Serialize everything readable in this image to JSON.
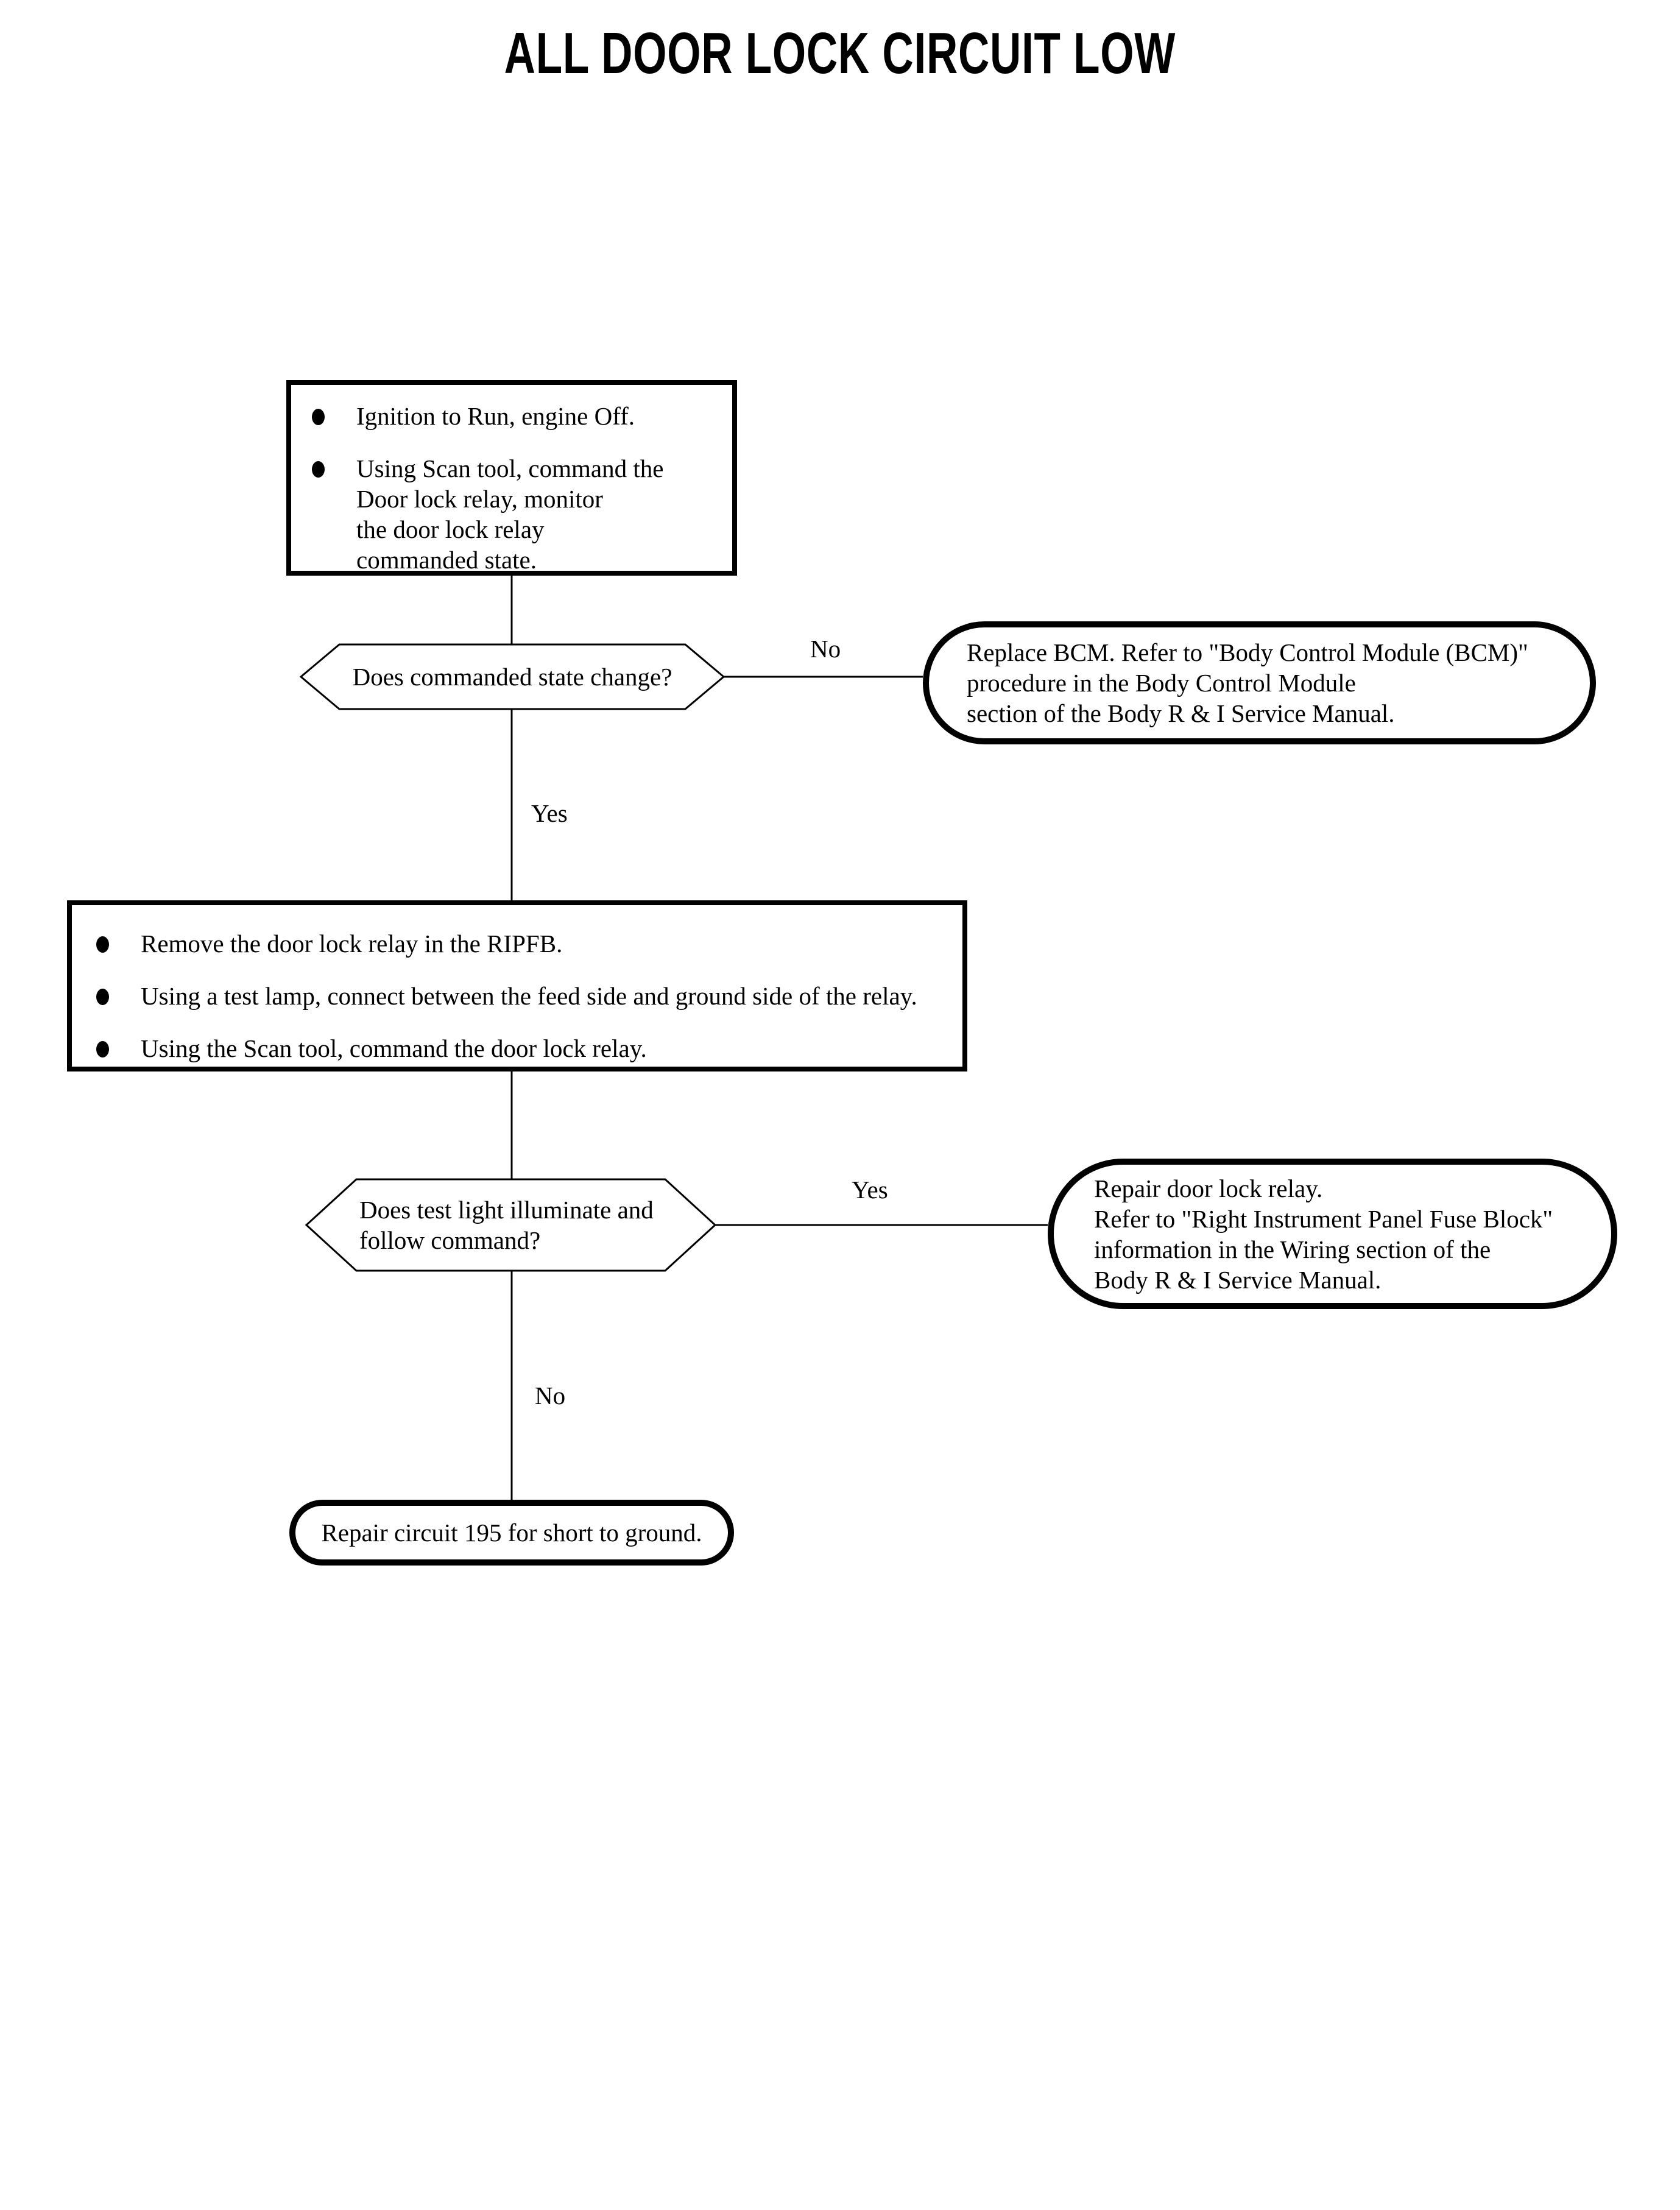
{
  "title": "ALL DOOR LOCK CIRCUIT LOW",
  "flow": {
    "step1": {
      "bullets": [
        "Ignition to Run, engine Off.",
        "Using Scan tool, command the\nDoor lock relay, monitor\nthe door lock relay\ncommanded state."
      ]
    },
    "decision1": {
      "question": "Does commanded state change?",
      "no_label": "No",
      "yes_label": "Yes"
    },
    "terminal_replace_bcm": {
      "text": "Replace BCM. Refer to \"Body Control Module (BCM)\"\nprocedure in the Body Control Module\nsection of the Body R & I Service Manual."
    },
    "step2": {
      "bullets": [
        "Remove the door lock relay in the RIPFB.",
        "Using a test lamp, connect between the feed side and ground side of the relay.",
        "Using the Scan tool, command the door lock relay."
      ]
    },
    "decision2": {
      "question": "Does test light illuminate and\nfollow command?",
      "yes_label": "Yes",
      "no_label": "No"
    },
    "terminal_repair_relay": {
      "text": "Repair door lock relay.\nRefer to \"Right Instrument Panel Fuse Block\"\ninformation in the Wiring section of the\nBody R & I Service Manual."
    },
    "terminal_repair_circuit": {
      "text": "Repair circuit 195 for short to ground."
    }
  }
}
